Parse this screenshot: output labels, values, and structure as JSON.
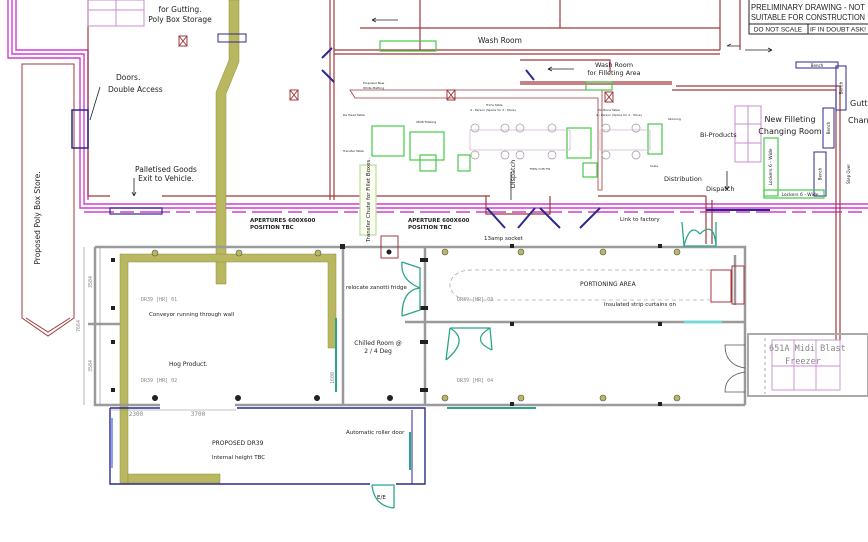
{
  "title_block": {
    "line1": "PRELIMINARY DRAWING - NOT",
    "line2": "SUITABLE FOR CONSTRUCTION",
    "do_not_scale": "DO NOT SCALE",
    "if_in_doubt": "IF IN DOUBT ASK!"
  },
  "labels": {
    "gutting": "for Gutting.",
    "poly_box_storage": "Poly Box Storage",
    "doors": "Doors.",
    "double_access": "Double Access",
    "poly_box_store": "Proposed Poly Box Store.",
    "palletised_1": "Palletised Goods",
    "palletised_2": "Exit to Vehicle.",
    "wash_room": "Wash Room",
    "wash_room_fill_1": "Wash Room",
    "wash_room_fill_2": "for Filleting  Area",
    "new_filleting_1": "New Filleting",
    "new_filleting_2": "Changing Room",
    "gutting_right": "Gutt",
    "changing_right": "Chang",
    "bi_products": "Bi-Products",
    "distribution": "Distribution",
    "dispatch_1": "Dispatch",
    "dispatch_2": "Dispatch",
    "lockers_6_wide_v": "Lockers 6 - Wide",
    "lockers_6_wide_h": "Lockers 6 - Wide",
    "bench_1": "Bench",
    "bench_2": "Bench",
    "bench_3": "Bench",
    "step_over": "Step Over",
    "upper_bench": "Bench",
    "apertures_1a": "APERTURES 600X600",
    "apertures_1b": "POSITION TBC",
    "apertures_2a": "APERTURE 600X600",
    "apertures_2b": "POSITION TBC",
    "transfer_chute": "Transfer Chute for Fillet Boxes.",
    "link_to_factory": "Link to factory",
    "socket": "13amp socket",
    "relocate_fridge": "relocate zanotti fridge",
    "portioning": "PORTIONING AREA",
    "strip_curtains": "Insulated strip curtains on",
    "chilled_1": "Chilled Room @",
    "chilled_2": "2 / 4 Deg",
    "conveyor_wall": "Conveyor running through wall",
    "hog_product": "Hog Product.",
    "dr01": "DR39 [HR] 01",
    "dr02": "DR39 [HR] 02",
    "dr03": "DR39 [HR] 03",
    "dr04": "DR39 [HR] 04",
    "proposed_dr39": "PROPOSED DR39",
    "internal_height": "Internal height TBC",
    "roller_door": "Automatic roller door",
    "ee": "E/E",
    "blast_1": "651A  Midi  Blast",
    "blast_2": "Freezer",
    "proposed_matting_1": "Proposed New",
    "proposed_matting_2": "White Matting",
    "de_head": "De Head Table",
    "transfer_table": "Transfer Table",
    "filleting_machine": "2838 Filleting",
    "trims_table_1": "Trims Table",
    "trims_table_2": "4 - Person (Space for 2 - More)",
    "pin_bone_1": "Pin Bone Table",
    "pin_bone_2": "4 - Person (Space for 2 - More)",
    "de_skin_table": "De-Skin Table",
    "skinning": "Skinning",
    "scale": "Scale"
  },
  "dimensions": {
    "d1": "3584",
    "d2": "3584",
    "d3": "7664",
    "d4": "1600",
    "d5": "2300",
    "d6": "3700"
  },
  "colors": {
    "wall_red": "#a0383c",
    "magenta": "#d23cd2",
    "blue": "#2a2a8c",
    "conveyor": "#b9b860",
    "green": "#46c846",
    "teal": "#2aa58c",
    "gray_wall": "#9a9a9a",
    "pink": "#c88cd2"
  }
}
